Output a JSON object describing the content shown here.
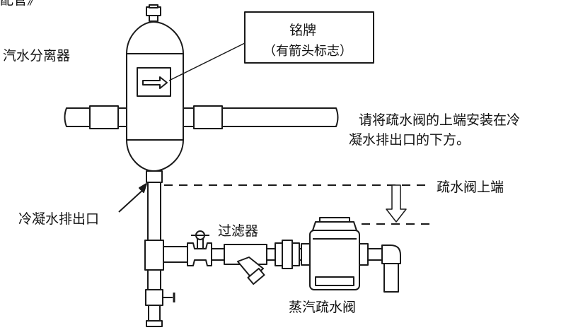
{
  "labels": {
    "header": "配管》",
    "separator": "汽水分离器",
    "nameplate_title": "铭牌",
    "nameplate_note": "（有箭头标志）",
    "instruction_line1": "请将疏水阀的上端安装在冷",
    "instruction_line2": "凝水排出口的下方。",
    "trap_top_end": "疏水阀上端",
    "condensate_outlet": "冷凝水排出口",
    "strainer": "过滤器",
    "steam_trap": "蒸汽疏水阀"
  },
  "colors": {
    "line": "#1a1a1a",
    "fill": "#ffffff",
    "background": "#ffffff"
  }
}
